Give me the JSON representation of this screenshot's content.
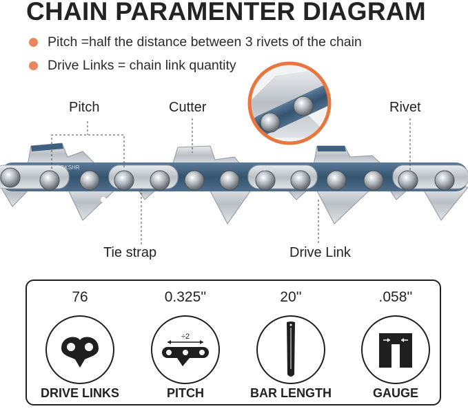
{
  "title": "CHAIN PARAMENTER DIAGRAM",
  "bullets": [
    "Pitch =half the distance between 3 rivets of the chain",
    "Drive Links = chain link quantity"
  ],
  "labels": {
    "pitch": "Pitch",
    "cutter": "Cutter",
    "rivet": "Rivet",
    "tie_strap": "Tie strap",
    "drive_link": "Drive Link",
    "link_stamp": "BKSHR"
  },
  "specs": [
    {
      "value": "76",
      "caption": "DRIVE LINKS",
      "icon": "drive-link-icon"
    },
    {
      "value": "0.325''",
      "caption": "PITCH",
      "icon": "pitch-icon",
      "icon_text": "÷2"
    },
    {
      "value": "20''",
      "caption": "BAR LENGTH",
      "icon": "bar-icon"
    },
    {
      "value": ".058''",
      "caption": "GAUGE",
      "icon": "gauge-icon"
    }
  ],
  "colors": {
    "accent": "#e8875f",
    "zoom_ring": "#e8763f",
    "chain_blue": "#3e5f7e",
    "chain_steel": "#bfc4c9"
  }
}
